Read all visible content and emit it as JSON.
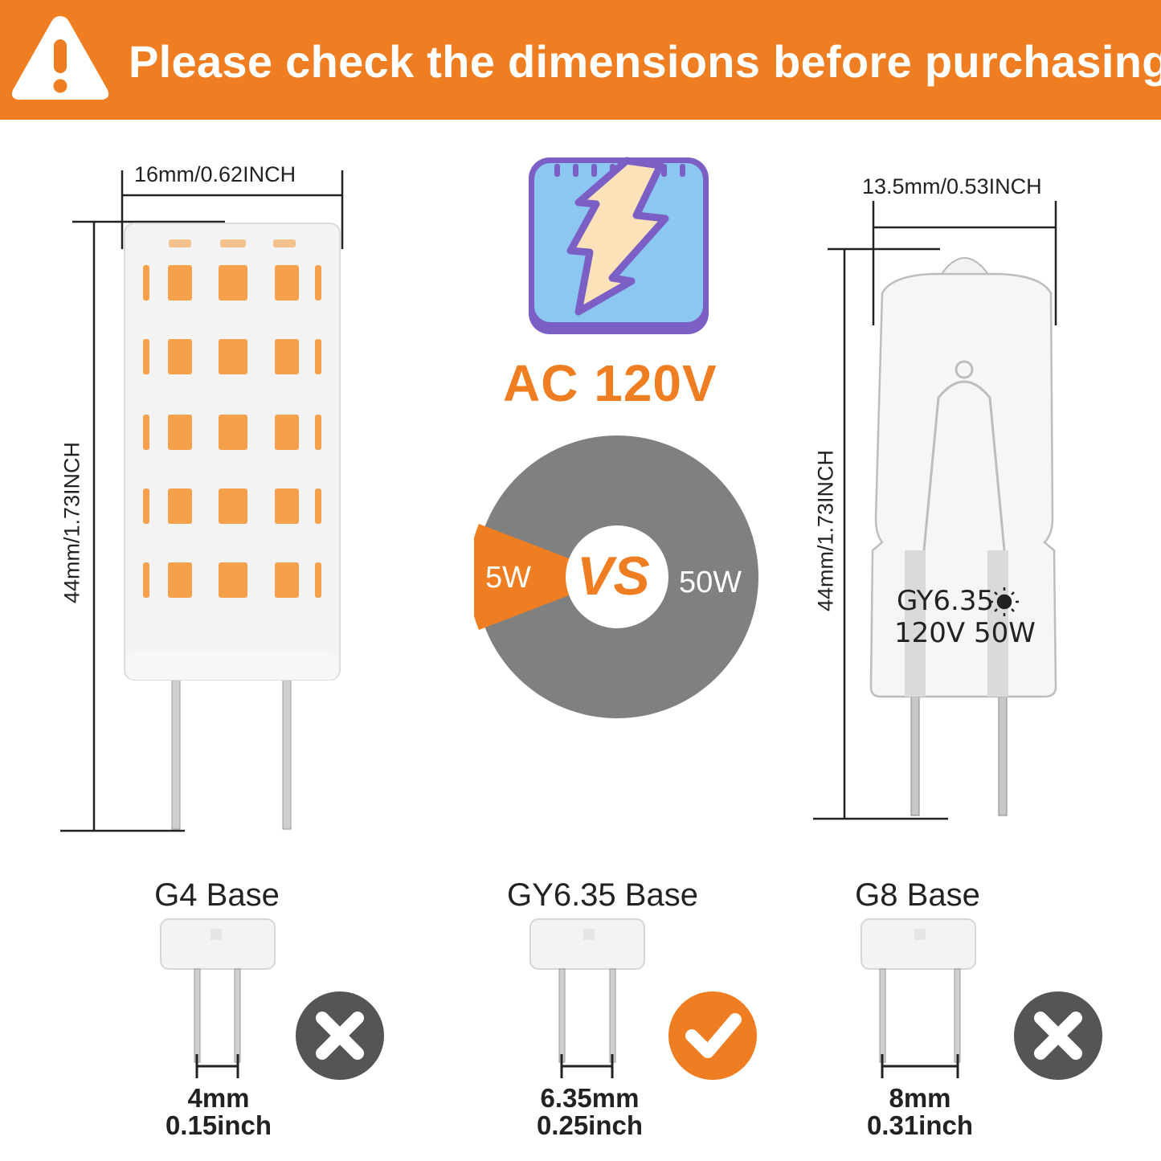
{
  "banner": {
    "title": "Please check the dimensions before purchasing",
    "icon": "warning-triangle-icon",
    "color": "#ef7e22"
  },
  "led_bulb": {
    "width_label": "16mm/0.62INCH",
    "height_label": "44mm/1.73INCH",
    "chip_color": "#f5a04a"
  },
  "halogen_bulb": {
    "width_label": "13.5mm/0.53INCH",
    "height_label": "44mm/1.73INCH",
    "print_line1": "GY6.35",
    "print_line2": "120V 50W"
  },
  "voltage": {
    "icon": "lightning-bolt-icon",
    "label": "AC 120V"
  },
  "comparison": {
    "left": "5W",
    "middle": "VS",
    "right": "50W",
    "left_color": "#ef7e22",
    "right_color": "#808080"
  },
  "bases": [
    {
      "title": "G4 Base",
      "dim_mm": "4mm",
      "dim_inch": "0.15inch",
      "compatible": false,
      "status_icon": "cross-icon"
    },
    {
      "title": "GY6.35 Base",
      "dim_mm": "6.35mm",
      "dim_inch": "0.25inch",
      "compatible": true,
      "status_icon": "check-icon"
    },
    {
      "title": "G8 Base",
      "dim_mm": "8mm",
      "dim_inch": "0.31inch",
      "compatible": false,
      "status_icon": "cross-icon"
    }
  ]
}
